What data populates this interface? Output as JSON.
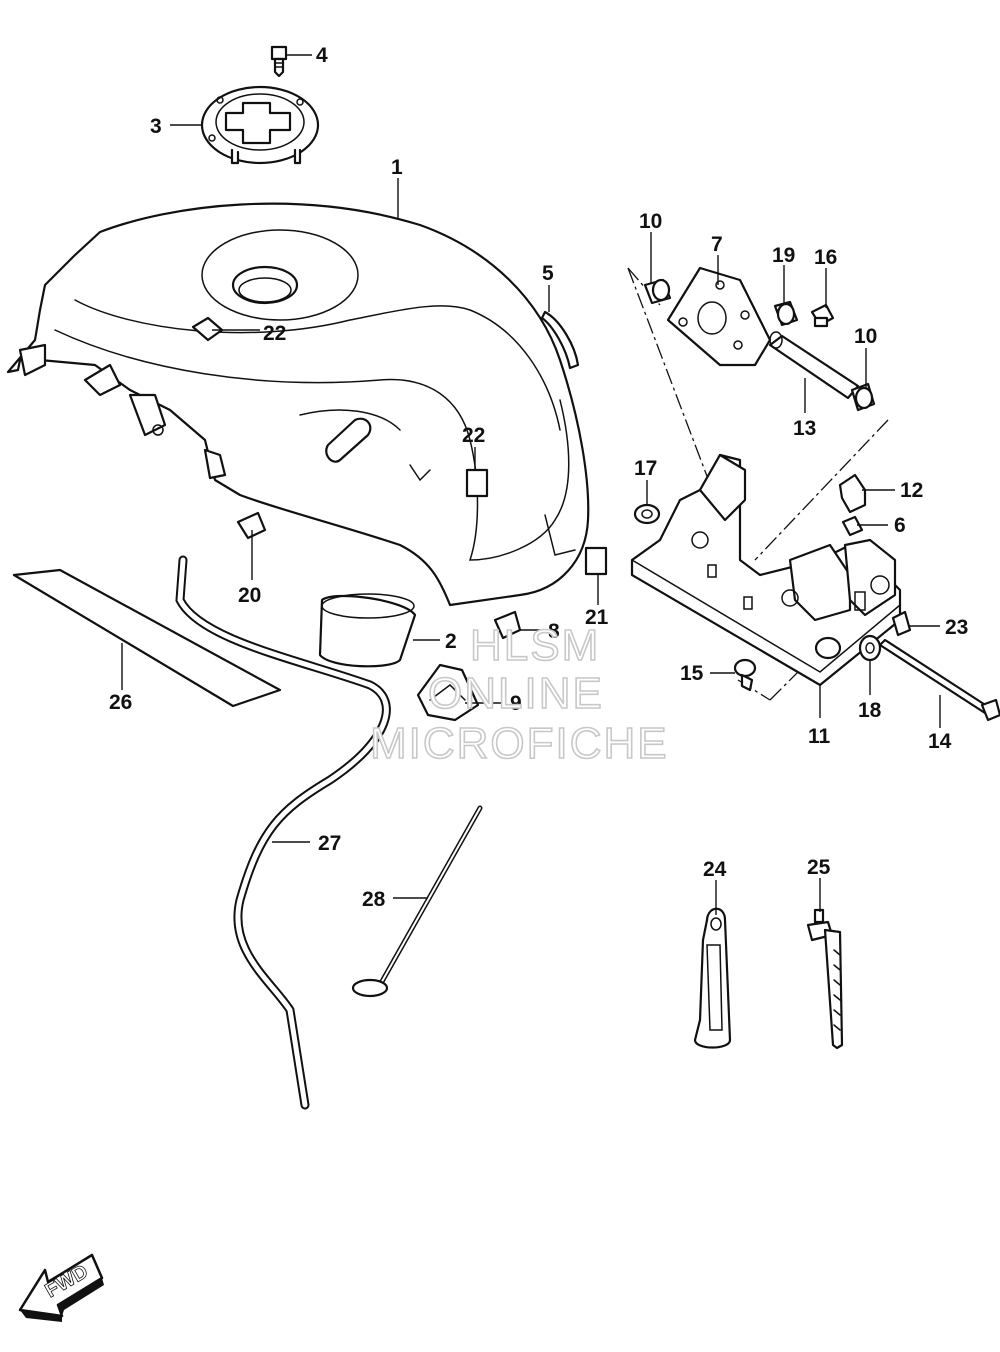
{
  "diagram": {
    "callouts": [
      {
        "id": "c4",
        "text": "4"
      },
      {
        "id": "c3",
        "text": "3"
      },
      {
        "id": "c1",
        "text": "1"
      },
      {
        "id": "c10a",
        "text": "10"
      },
      {
        "id": "c7",
        "text": "7"
      },
      {
        "id": "c19",
        "text": "19"
      },
      {
        "id": "c16",
        "text": "16"
      },
      {
        "id": "c5",
        "text": "5"
      },
      {
        "id": "c10b",
        "text": "10"
      },
      {
        "id": "c22a",
        "text": "22"
      },
      {
        "id": "c13",
        "text": "13"
      },
      {
        "id": "c22b",
        "text": "22"
      },
      {
        "id": "c17",
        "text": "17"
      },
      {
        "id": "c12",
        "text": "12"
      },
      {
        "id": "c6",
        "text": "6"
      },
      {
        "id": "c20",
        "text": "20"
      },
      {
        "id": "c21",
        "text": "21"
      },
      {
        "id": "c2",
        "text": "2"
      },
      {
        "id": "c8",
        "text": "8"
      },
      {
        "id": "c23",
        "text": "23"
      },
      {
        "id": "c15",
        "text": "15"
      },
      {
        "id": "c9",
        "text": "9"
      },
      {
        "id": "c26",
        "text": "26"
      },
      {
        "id": "c18",
        "text": "18"
      },
      {
        "id": "c11",
        "text": "11"
      },
      {
        "id": "c14",
        "text": "14"
      },
      {
        "id": "c27",
        "text": "27"
      },
      {
        "id": "c24",
        "text": "24"
      },
      {
        "id": "c25",
        "text": "25"
      },
      {
        "id": "c28",
        "text": "28"
      }
    ],
    "watermark": {
      "line1": "HLSM",
      "line2": "ONLINE",
      "line3": "MICROFICHE"
    },
    "direction_arrow": {
      "label": "FWD",
      "icon": "fwd-arrow-icon"
    }
  }
}
